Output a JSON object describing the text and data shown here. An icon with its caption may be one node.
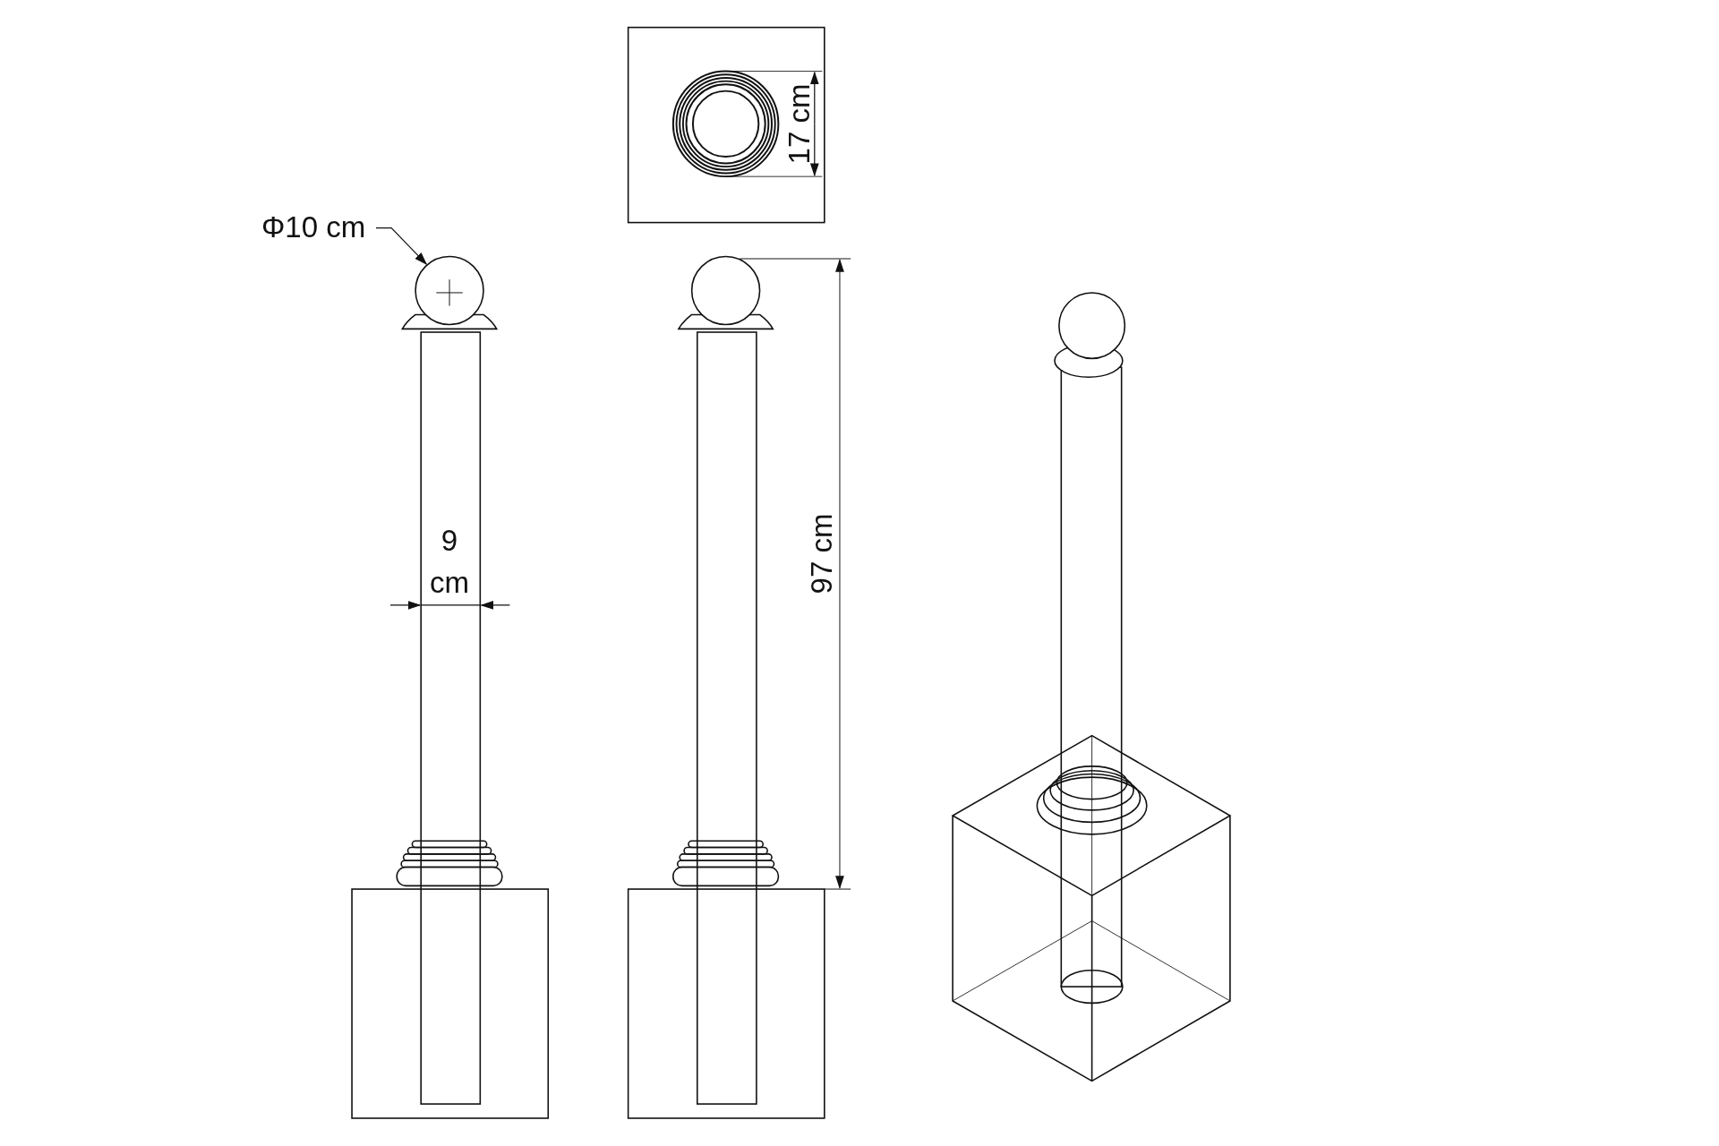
{
  "diagram": {
    "nodes": [
      {
        "text": [
          "Φ10 cm"
        ]
      },
      {
        "text": [],
        "shape": "circle"
      }
    ],
    "edges": [
      {
        "from": 0,
        "to": 1,
        "arrow": "to"
      }
    ],
    "labels": [
      "17 cm",
      "9 cm",
      "97 cm"
    ]
  }
}
